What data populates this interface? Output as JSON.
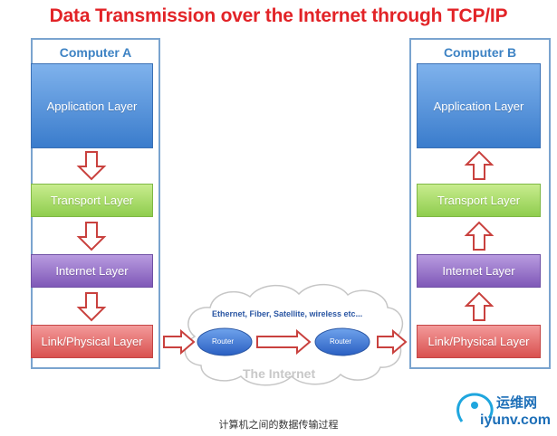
{
  "title": "Data Transmission over the Internet through TCP/IP",
  "computer_a": {
    "title": "Computer A",
    "layers": [
      "Application Layer",
      "Transport Layer",
      "Internet Layer",
      "Link/Physical Layer"
    ]
  },
  "computer_b": {
    "title": "Computer B",
    "layers": [
      "Application Layer",
      "Transport Layer",
      "Internet Layer",
      "Link/Physical Layer"
    ]
  },
  "internet": {
    "media_label": "Ethernet, Fiber, Satellite, wireless etc...",
    "label": "The Internet",
    "routers": [
      "Router",
      "Router"
    ]
  },
  "caption": "计算机之间的数据传输过程",
  "watermark": {
    "brand": "运维网",
    "url": "iyunv.com"
  },
  "colors": {
    "title": "#e22327",
    "panel_border": "#7aa4cf",
    "application": "#3a7ccc",
    "transport": "#8fcd4e",
    "internet": "#7f58b7",
    "link": "#d9514f",
    "arrow_border": "#c9413e"
  }
}
